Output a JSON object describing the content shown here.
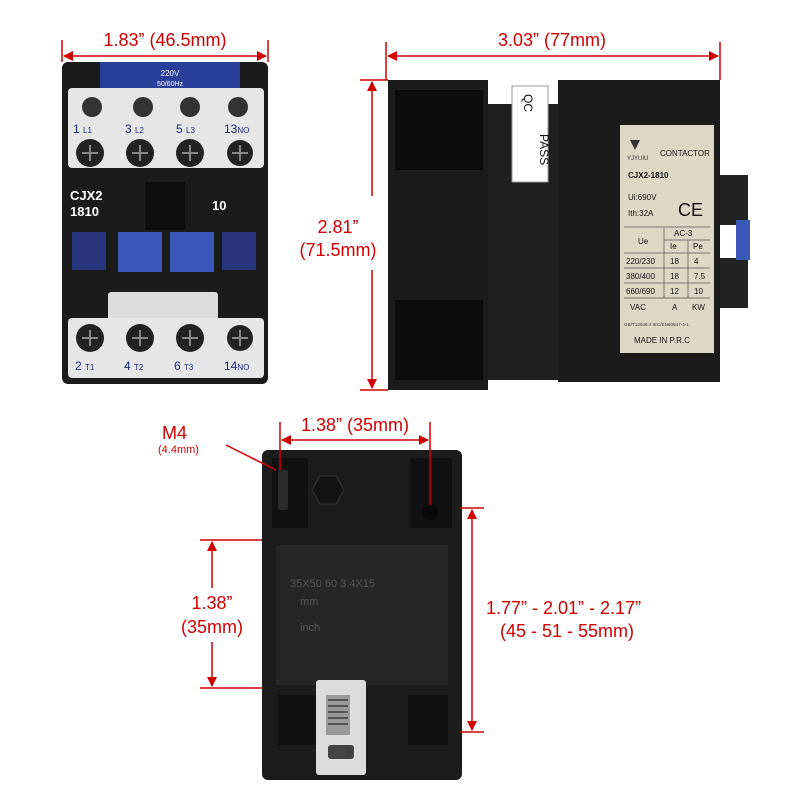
{
  "colors": {
    "dimension": "#d00000",
    "body": "#1b1b1b",
    "terminal": "#e6e6e6",
    "blue": "#2a3f9a"
  },
  "dimensions": {
    "front_width": "1.83” (46.5mm)",
    "side_width": "3.03” (77mm)",
    "height_in": "2.81”",
    "height_mm": "(71.5mm)",
    "screw": "M4",
    "screw_mm": "(4.4mm)",
    "hole_spacing_h": "1.38” (35mm)",
    "hole_spacing_v_in": "1.38”",
    "hole_spacing_v_mm": "(35mm)",
    "mount_height_in": "1.77” - 2.01” - 2.17”",
    "mount_height_mm": "(45 - 51 - 55mm)"
  },
  "front": {
    "model": "CJX2",
    "model_no": "1810",
    "aux": "10",
    "coil_label": "220V",
    "coil_freq": "50/60Hz",
    "top_terminals": [
      {
        "num": "1",
        "sub": "L1"
      },
      {
        "num": "3",
        "sub": "L2"
      },
      {
        "num": "5",
        "sub": "L3"
      },
      {
        "num": "13",
        "sub": "NO"
      }
    ],
    "bottom_terminals": [
      {
        "num": "2",
        "sub": "T1"
      },
      {
        "num": "4",
        "sub": "T2"
      },
      {
        "num": "6",
        "sub": "T3"
      },
      {
        "num": "14",
        "sub": "NO"
      }
    ]
  },
  "side": {
    "qc": "QC",
    "pass": "PASS",
    "brand": "YJYUIU",
    "contactor": "CONTACTOR",
    "model": "CJX2-1810",
    "ui": "Ui:690V",
    "ith": "Ith:32A",
    "ce": "CE",
    "ac3": "AC-3",
    "col_ue": "Ue",
    "col_ie": "Ie",
    "col_pe": "Pe",
    "rows": [
      [
        "220/230",
        "18",
        "4"
      ],
      [
        "380/400",
        "18",
        "7.5"
      ],
      [
        "660/690",
        "12",
        "10"
      ],
      [
        "VAC",
        "A",
        "KW"
      ]
    ],
    "std": "GB/T14048.4  IEC/EN60947-4-1",
    "made": "MADE IN P.R.C"
  },
  "back": {
    "emboss1": "35X50  60  3.4X15",
    "emboss2": "mm",
    "emboss3": "inch"
  }
}
